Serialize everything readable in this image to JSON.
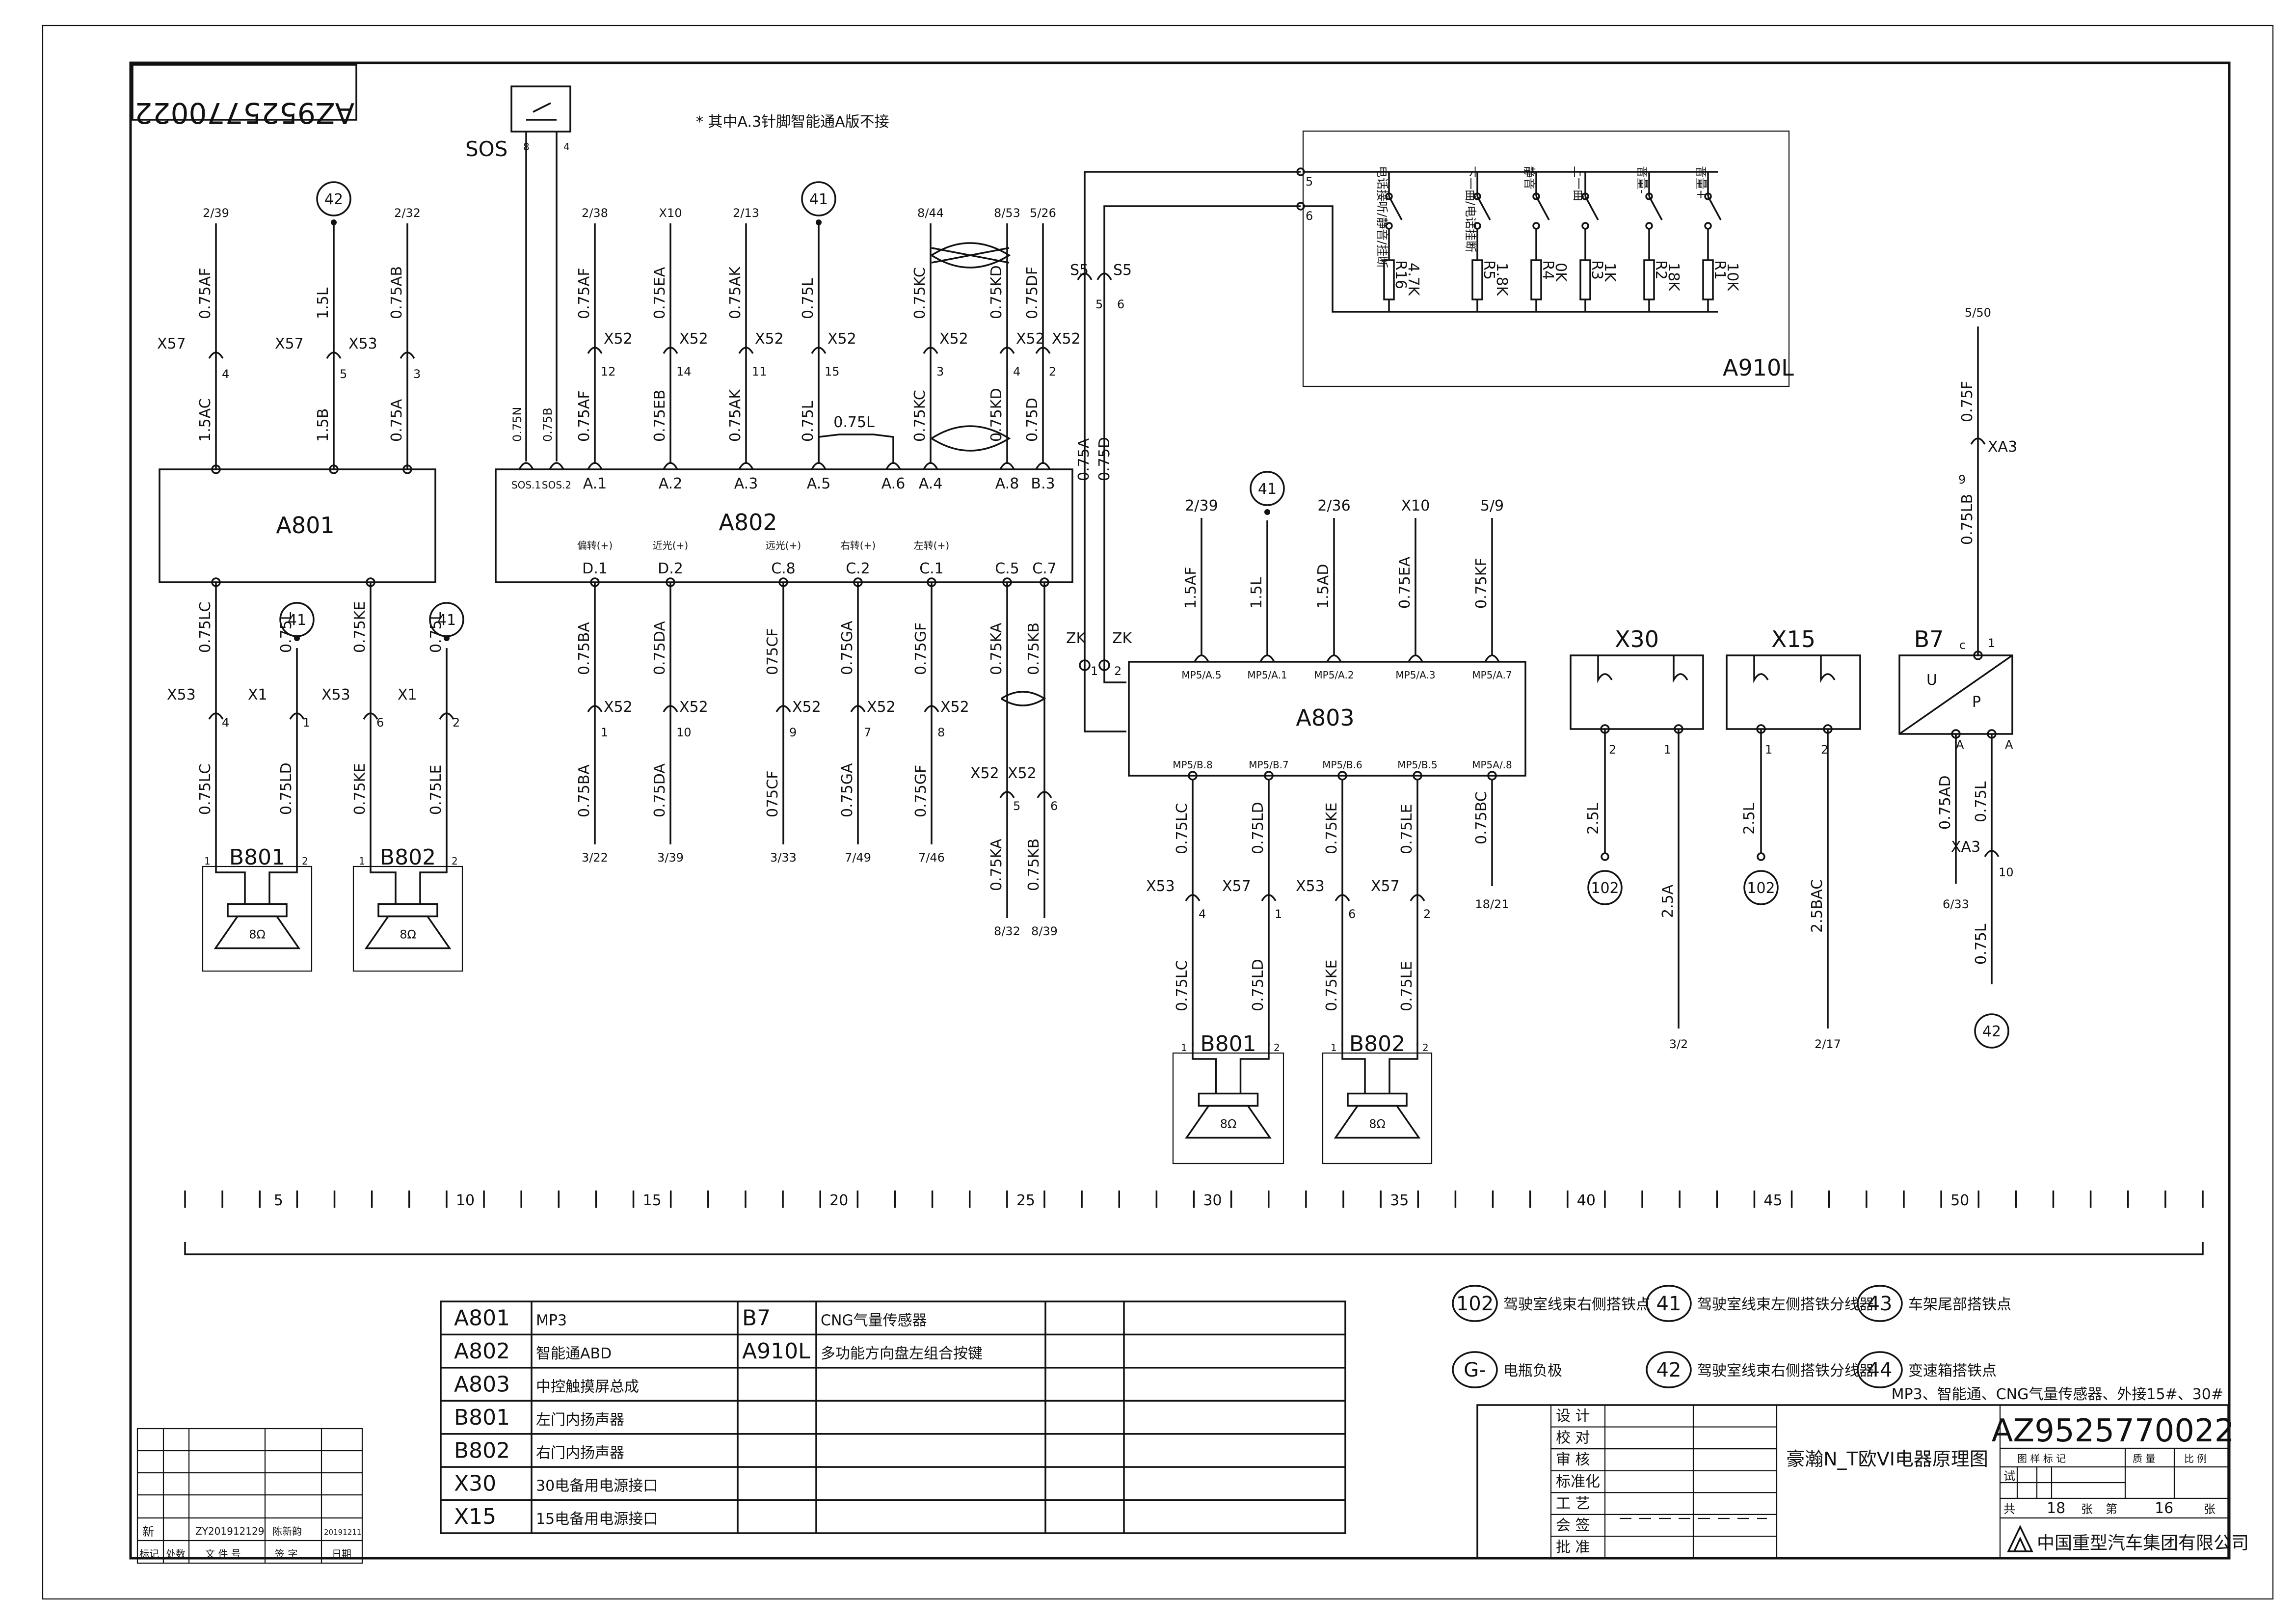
{
  "drawing_number": "AZ9525770022",
  "note": "* 其中A.3针脚智能通A版不接",
  "sos": {
    "label": "SOS",
    "pins": [
      "8",
      "4"
    ]
  },
  "modules": {
    "a801": "A801",
    "a802": "A802",
    "a803": "A803",
    "a910l": "A910L",
    "x30": "X30",
    "x15": "X15",
    "b7": "B7",
    "b7_sub": "c",
    "b7_u": "U",
    "b7_p": "P",
    "b7_a1": "A",
    "b7_a2": "A",
    "b7_pin1": "1"
  },
  "speaker_ohm": "8Ω",
  "speakers": [
    "B801",
    "B802",
    "B801",
    "B802"
  ],
  "a801": {
    "top": [
      {
        "ref": "2/39",
        "wu": "0.75AF",
        "conn": "X57",
        "pin": "4",
        "wl": "1.5AC"
      },
      {
        "ref": "42",
        "wu": "1.5L",
        "conn": "X57",
        "pin": "5",
        "wl": "1.5B"
      },
      {
        "ref": "2/32",
        "wu": "0.75AB",
        "conn": "X53",
        "pin": "3",
        "wl": "0.75A"
      }
    ],
    "bottom": [
      {
        "wu": "0.75LC",
        "conn": "X53",
        "pin": "4",
        "wl": "0.75LC"
      },
      {
        "ref": "41",
        "wu": "0.75L",
        "conn": "X1",
        "pin": "1",
        "wl": "0.75LD"
      },
      {
        "wu": "0.75KE",
        "conn": "X53",
        "pin": "6",
        "wl": "0.75KE"
      },
      {
        "ref": "41",
        "wu": "0.75L",
        "conn": "X1",
        "pin": "2",
        "wl": "0.75LE"
      }
    ]
  },
  "a802": {
    "top_pins": [
      "SOS.1",
      "SOS.2",
      "A.1",
      "A.2",
      "A.3",
      "A.5",
      "A.6",
      "A.4",
      "A.8",
      "B.3"
    ],
    "top": [
      {
        "ref": "2/38",
        "wu": "0.75AF",
        "conn": "X52",
        "pin": "12",
        "wl": "0.75AF"
      },
      {
        "ref": "X10",
        "wu": "0.75EA",
        "conn": "X52",
        "pin": "14",
        "wl": "0.75EB"
      },
      {
        "ref": "2/13",
        "wu": "0.75AK",
        "conn": "X52",
        "pin": "11",
        "wl": "0.75AK"
      },
      {
        "ref": "41",
        "wu": "0.75L",
        "conn": "X52",
        "pin": "15",
        "wl": "0.75L"
      },
      {
        "ref": "8/44",
        "wu": "0.75KC",
        "conn": "X52",
        "pin": "3",
        "wl": "0.75KC"
      },
      {
        "ref": "8/53",
        "wu": "0.75KD",
        "conn": "X52",
        "pin": "4",
        "wl": "0.75KD"
      },
      {
        "ref": "5/26",
        "wu": "0.75DF",
        "conn": "X52",
        "pin": "2",
        "wl": "0.75D"
      }
    ],
    "sos_wires": [
      "0.75N",
      "0.75B"
    ],
    "a5_a6_wire": "0.75L",
    "bottom_pins": [
      "D.1",
      "D.2",
      "C.8",
      "C.2",
      "C.1",
      "C.5",
      "C.7"
    ],
    "pin_notes": [
      "偏转(+)",
      "近光(+)",
      "远光(+)",
      "右转(+)",
      "左转(+)"
    ],
    "bottom": [
      {
        "wu": "0.75BA",
        "conn": "X52",
        "pin": "1",
        "wl": "0.75BA",
        "ref": "3/22"
      },
      {
        "wu": "0.75DA",
        "conn": "X52",
        "pin": "10",
        "wl": "0.75DA",
        "ref": "3/39"
      },
      {
        "wu": "075CF",
        "conn": "X52",
        "pin": "9",
        "wl": "075CF",
        "ref": "3/33"
      },
      {
        "wu": "0.75GA",
        "conn": "X52",
        "pin": "7",
        "wl": "0.75GA",
        "ref": "7/49"
      },
      {
        "wu": "0.75GF",
        "conn": "X52",
        "pin": "8",
        "wl": "0.75GF",
        "ref": "7/46"
      },
      {
        "wu": "0.75KA",
        "conn": "X52",
        "pin": "5",
        "wl": "0.75KA",
        "ref": "8/32"
      },
      {
        "wu": "0.75KB",
        "conn": "X52",
        "pin": "6",
        "wl": "0.75KB",
        "ref": "8/39"
      }
    ]
  },
  "s5": {
    "labels": [
      "S5",
      "S5"
    ],
    "pins": [
      "5",
      "6"
    ],
    "wires": [
      "0.75A",
      "0.75D"
    ]
  },
  "zk": {
    "labels": [
      "ZK",
      "ZK"
    ],
    "pins": [
      "1",
      "2"
    ]
  },
  "a910l": {
    "pins": [
      "5",
      "6"
    ],
    "switches": [
      {
        "label": "电话接听/静音/挂断",
        "res": "R16",
        "val": "4.7K"
      },
      {
        "label": "下一曲/电话挂断",
        "res": "R5",
        "val": "1.8K"
      },
      {
        "label": "静音",
        "res": "R4",
        "val": "0K"
      },
      {
        "label": "上一曲",
        "res": "R3",
        "val": "1K"
      },
      {
        "label": "音量-",
        "res": "R2",
        "val": "18K"
      },
      {
        "label": "音量+",
        "res": "R1",
        "val": "10K"
      }
    ]
  },
  "a803": {
    "top": [
      {
        "ref": "2/39",
        "w": "1.5AF",
        "pin": "MP5/A.5"
      },
      {
        "ref": "41",
        "w": "1.5L",
        "pin": "MP5/A.1"
      },
      {
        "ref": "2/36",
        "w": "1.5AD",
        "pin": "MP5/A.2"
      },
      {
        "ref": "X10",
        "w": "0.75EA",
        "pin": "MP5/A.3"
      },
      {
        "ref": "5/9",
        "w": "0.75KF",
        "pin": "MP5/A.7"
      }
    ],
    "bottom": [
      {
        "pin": "MP5/B.8",
        "wu": "0.75LC",
        "conn": "X53",
        "cpin": "4",
        "wl": "0.75LC"
      },
      {
        "pin": "MP5/B.7",
        "wu": "0.75LD",
        "conn": "X57",
        "cpin": "1",
        "wl": "0.75LD"
      },
      {
        "pin": "MP5/B.6",
        "wu": "0.75KE",
        "conn": "X53",
        "cpin": "6",
        "wl": "0.75KE"
      },
      {
        "pin": "MP5/B.5",
        "wu": "0.75LE",
        "conn": "X57",
        "cpin": "2",
        "wl": "0.75LE"
      },
      {
        "pin": "MP5A/.8",
        "wu": "0.75BC",
        "ref": "18/21"
      }
    ]
  },
  "x30": {
    "pins": [
      "2",
      "1"
    ],
    "left_wire": "2.5L",
    "left_ref": "102",
    "right_wire": "2.5A",
    "right_ref": "3/2"
  },
  "x15": {
    "pins": [
      "1",
      "2"
    ],
    "left_wire": "2.5L",
    "left_ref": "102",
    "right_wire": "2.5BAC",
    "right_ref": "2/17"
  },
  "b7": {
    "top_ref": "5/50",
    "top_wire": "0.75F",
    "top_conn": "XA3",
    "top_pin": "9",
    "top_wire2": "0.75LB",
    "left_wire": "0.75AD",
    "left_ref": "6/33",
    "right_wire": "0.75L",
    "right_conn": "XA3",
    "right_pin": "10",
    "right_wire2": "0.75L",
    "right_ref": "42"
  },
  "ruler": [
    "5",
    "10",
    "15",
    "20",
    "25",
    "30",
    "35",
    "40",
    "45",
    "50"
  ],
  "parts": {
    "rows": [
      {
        "c1": "A801",
        "c2": "MP3",
        "c3": "B7",
        "c4": "CNG气量传感器"
      },
      {
        "c1": "A802",
        "c2": "智能通ABD",
        "c3": "A910L",
        "c4": "多功能方向盘左组合按键"
      },
      {
        "c1": "A803",
        "c2": "中控触摸屏总成",
        "c3": "",
        "c4": ""
      },
      {
        "c1": "B801",
        "c2": "左门内扬声器",
        "c3": "",
        "c4": ""
      },
      {
        "c1": "B802",
        "c2": "右门内扬声器",
        "c3": "",
        "c4": ""
      },
      {
        "c1": "X30",
        "c2": "30电备用电源接口",
        "c3": "",
        "c4": ""
      },
      {
        "c1": "X15",
        "c2": "15电备用电源接口",
        "c3": "",
        "c4": ""
      }
    ]
  },
  "legend": [
    {
      "sym": "102",
      "text": "驾驶室线束右侧搭铁点"
    },
    {
      "sym": "41",
      "text": "驾驶室线束左侧搭铁分线器"
    },
    {
      "sym": "43",
      "text": "车架尾部搭铁点"
    },
    {
      "sym": "G-",
      "text": "电瓶负极"
    },
    {
      "sym": "42",
      "text": "驾驶室线束右侧搭铁分线器"
    },
    {
      "sym": "44",
      "text": "变速箱搭铁点"
    }
  ],
  "title_block": {
    "subtitle": "MP3、智能通、CNG气量传感器、外接15#、30#",
    "name": "豪瀚N_T欧VI电器原理图",
    "number": "AZ9525770022",
    "labels": [
      "设 计",
      "校 对",
      "审 核",
      "标准化",
      "工 艺",
      "会 签",
      "批 准"
    ],
    "hdr": [
      "图 样 标 记",
      "质 量",
      "比 例"
    ],
    "trial": "试",
    "sheets_total_label": "共",
    "sheets_total": "18",
    "sheets_unit": "张",
    "sheet_label": "第",
    "sheet_no": "16",
    "sheet_unit": "张",
    "company": "中国重型汽车集团有限公司"
  },
  "revision": {
    "mark": "新",
    "doc_no": "ZY201912129",
    "signer": "陈新韵",
    "date": "20191211",
    "headers": [
      "标记",
      "处数",
      "文 件 号",
      "签 字",
      "日期"
    ]
  }
}
